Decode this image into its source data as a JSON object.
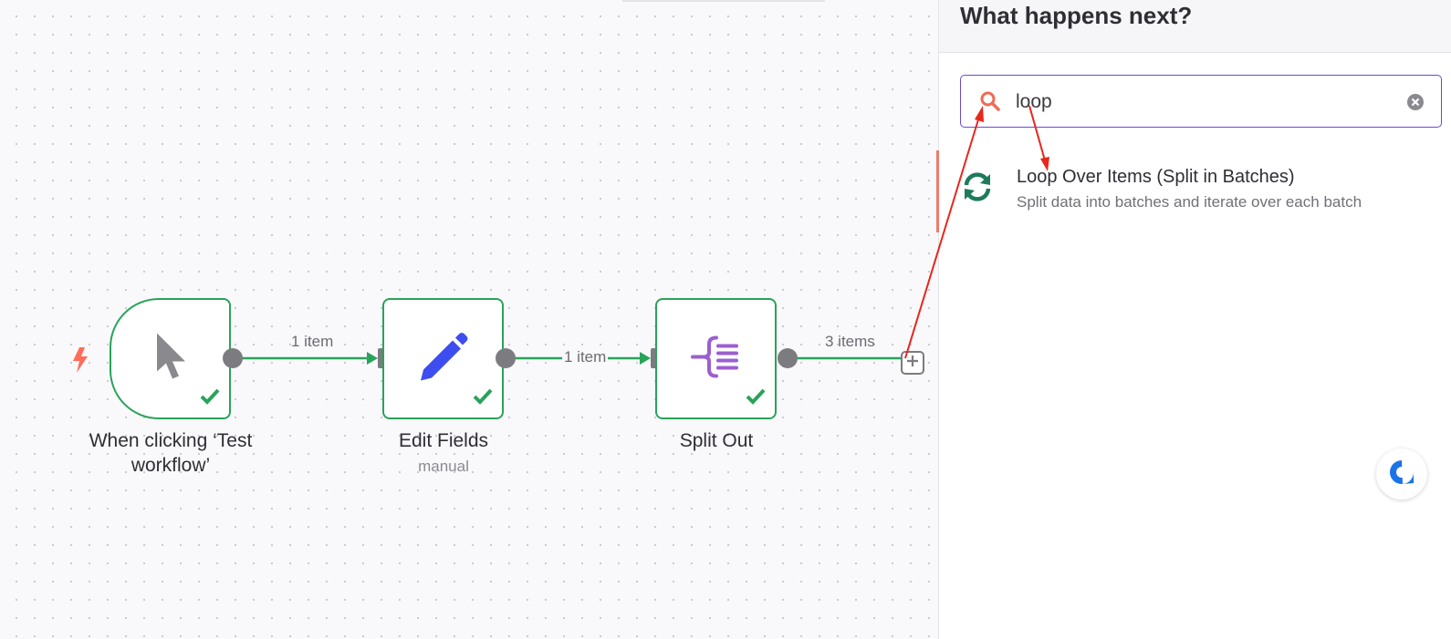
{
  "canvas": {
    "nodes": [
      {
        "name": "When clicking ‘Test workflow’",
        "subtitle": ""
      },
      {
        "name": "Edit Fields",
        "subtitle": "manual"
      },
      {
        "name": "Split Out",
        "subtitle": ""
      }
    ],
    "edges": [
      {
        "label": "1 item"
      },
      {
        "label": "1 item"
      },
      {
        "label": "3 items"
      }
    ],
    "icons": {
      "trigger": "bolt-icon",
      "node1": "cursor-icon",
      "node2": "pencil-icon",
      "node3": "split-out-icon",
      "success": "checkmark-icon",
      "add": "plus-icon"
    },
    "colors": {
      "success": "#29a35a",
      "trigger": "#ff6d5a",
      "pencil": "#3d4df0",
      "split_out": "#9b5fd0"
    }
  },
  "panel": {
    "title": "What happens next?",
    "search": {
      "value": "loop",
      "search_icon": "search-icon",
      "clear_icon": "clear-icon",
      "accent_color": "#6a4ad4"
    },
    "results": [
      {
        "title": "Loop Over Items (Split in Batches)",
        "description": "Split data into batches and iterate over each batch",
        "icon": "loop-icon",
        "icon_color": "#1f7a5c"
      }
    ],
    "chat_icon": "chat-icon"
  },
  "annotation_color": "#e8261c"
}
